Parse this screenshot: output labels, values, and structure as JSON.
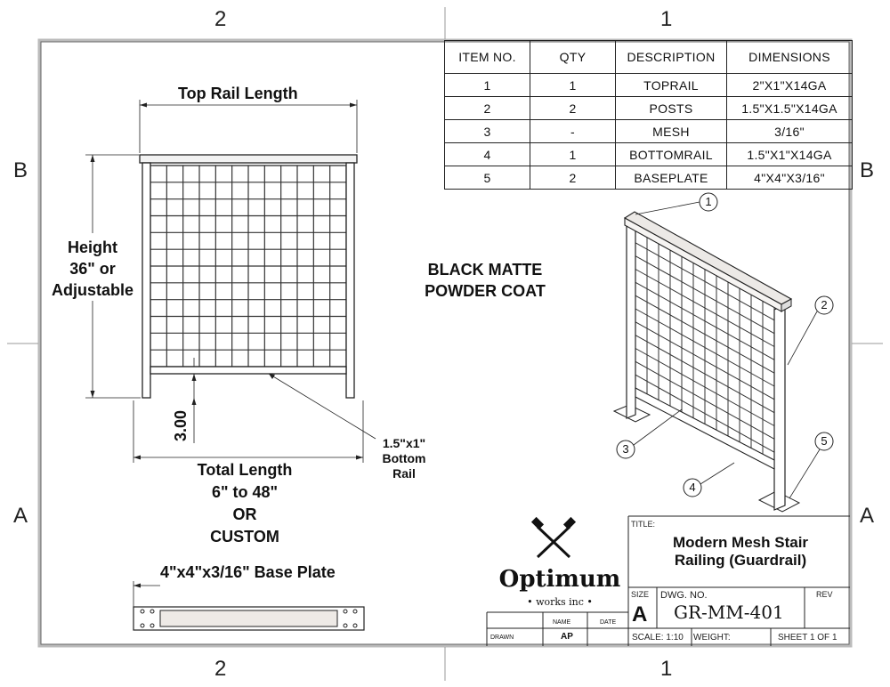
{
  "zones": {
    "top_left": "2",
    "top_right": "1",
    "bottom_left": "2",
    "bottom_right": "1",
    "left_upper": "B",
    "left_lower": "A",
    "right_upper": "B",
    "right_lower": "A"
  },
  "bom": {
    "headers": [
      "ITEM NO.",
      "QTY",
      "DESCRIPTION",
      "DIMENSIONS"
    ],
    "rows": [
      [
        "1",
        "1",
        "TOPRAIL",
        "2\"X1\"X14GA"
      ],
      [
        "2",
        "2",
        "POSTS",
        "1.5\"X1.5\"X14GA"
      ],
      [
        "3",
        "-",
        "MESH",
        "3/16\""
      ],
      [
        "4",
        "1",
        "BOTTOMRAIL",
        "1.5\"X1\"X14GA"
      ],
      [
        "5",
        "2",
        "BASEPLATE",
        "4\"X4\"X3/16\""
      ]
    ]
  },
  "dims": {
    "top_rail_length": "Top Rail Length",
    "height_line1": "Height",
    "height_line2": "36\" or",
    "height_line3": "Adjustable",
    "leg_height": "3.00",
    "bottom_rail_line1": "1.5\"x1\"",
    "bottom_rail_line2": "Bottom",
    "bottom_rail_line3": "Rail",
    "total_line1": "Total Length",
    "total_line2": "6\" to 48\"",
    "total_line3": "OR",
    "total_line4": "CUSTOM",
    "base_plate": "4\"x4\"x3/16\" Base Plate"
  },
  "finish": {
    "line1": "BLACK MATTE",
    "line2": "POWDER COAT"
  },
  "balloons": [
    "1",
    "2",
    "3",
    "4",
    "5"
  ],
  "logo": {
    "name": "Optimum",
    "tagline": "• works inc •",
    "icon": "crossed-hammers-icon"
  },
  "title_block": {
    "title_label": "TITLE:",
    "title_line1": "Modern Mesh Stair",
    "title_line2": "Railing (Guardrail)",
    "size_label": "SIZE",
    "size": "A",
    "dwg_label": "DWG. NO.",
    "dwg_no": "GR-MM-401",
    "rev_label": "REV",
    "name_label": "NAME",
    "date_label": "DATE",
    "drawn_label": "DRAWN",
    "drawn_by": "AP",
    "scale": "SCALE: 1:10",
    "weight": "WEIGHT:",
    "sheet": "SHEET 1 OF 1"
  }
}
